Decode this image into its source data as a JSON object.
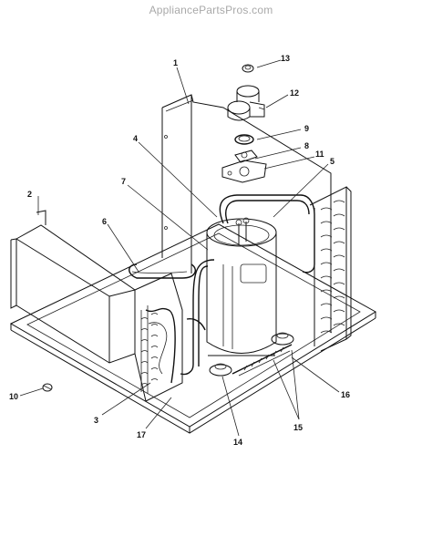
{
  "header": {
    "site_watermark": "AppliancePartsPros.com"
  },
  "diagram": {
    "callouts": [
      {
        "id": "c1",
        "label": "1"
      },
      {
        "id": "c2",
        "label": "2"
      },
      {
        "id": "c3",
        "label": "3"
      },
      {
        "id": "c4",
        "label": "4"
      },
      {
        "id": "c5",
        "label": "5"
      },
      {
        "id": "c6",
        "label": "6"
      },
      {
        "id": "c7",
        "label": "7"
      },
      {
        "id": "c8",
        "label": "8"
      },
      {
        "id": "c9",
        "label": "9"
      },
      {
        "id": "c10",
        "label": "10"
      },
      {
        "id": "c11",
        "label": "11"
      },
      {
        "id": "c12",
        "label": "12"
      },
      {
        "id": "c13",
        "label": "13"
      },
      {
        "id": "c14",
        "label": "14"
      },
      {
        "id": "c15",
        "label": "15"
      },
      {
        "id": "c16",
        "label": "16"
      },
      {
        "id": "c17",
        "label": "17"
      }
    ]
  }
}
